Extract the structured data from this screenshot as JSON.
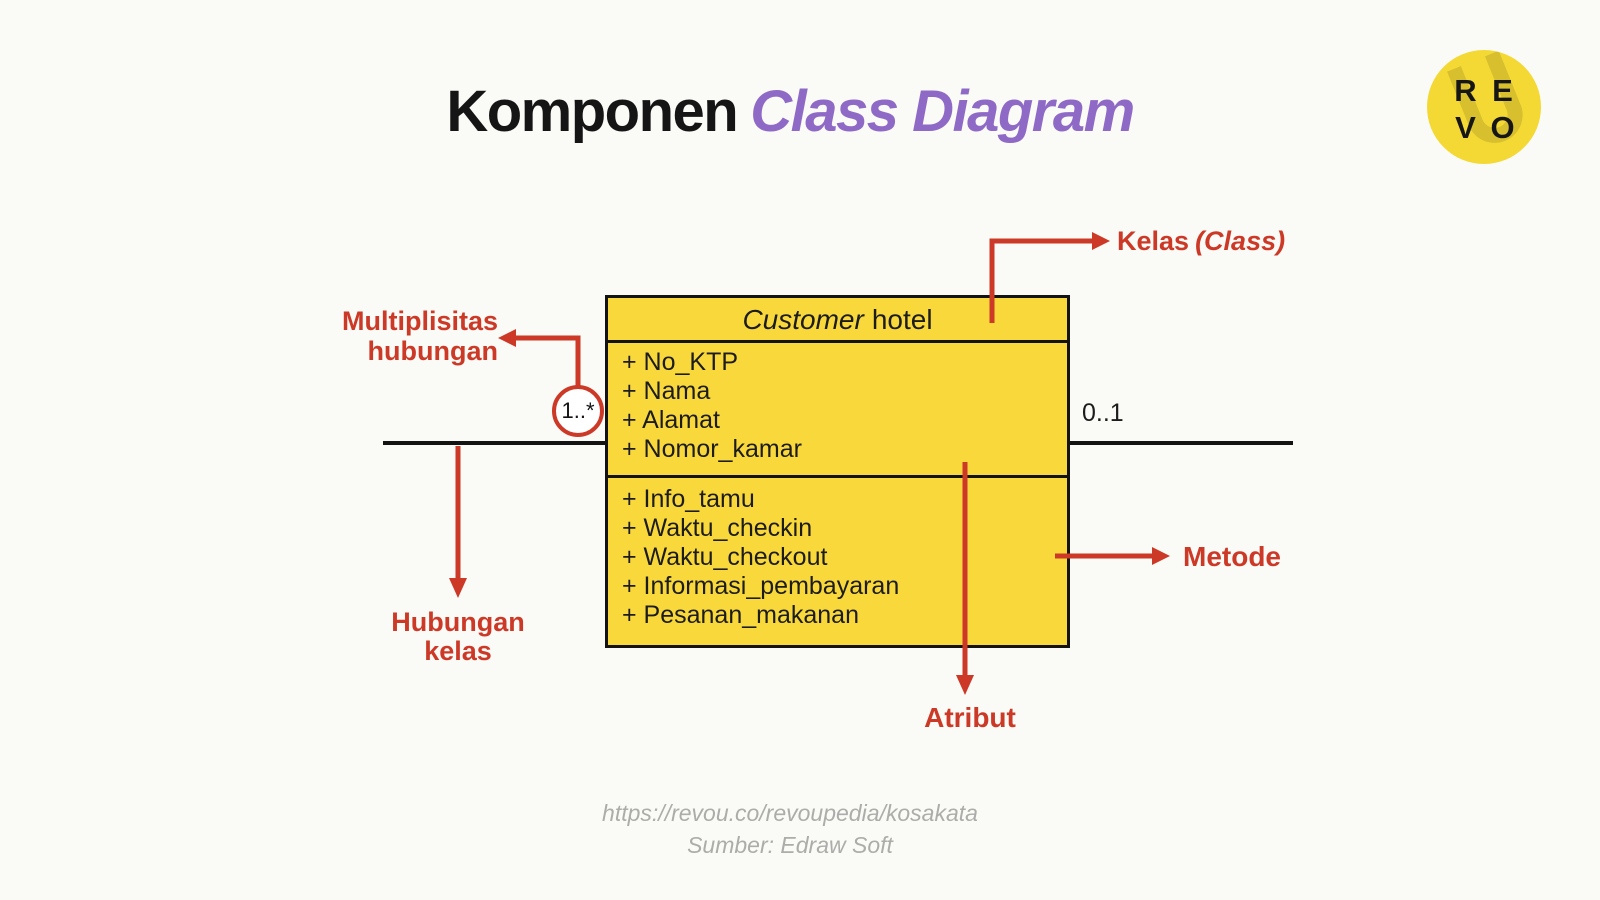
{
  "title": {
    "black": "Komponen",
    "purple": "Class Diagram"
  },
  "logo": {
    "letters": [
      "R",
      "E",
      "V",
      "O"
    ]
  },
  "class_box": {
    "name_italic": "Customer",
    "name_regular": "hotel",
    "attributes": [
      "+ No_KTP",
      "+ Nama",
      "+ Alamat",
      "+ Nomor_kamar"
    ],
    "methods": [
      "+ Info_tamu",
      "+ Waktu_checkin",
      "+ Waktu_checkout",
      "+ Informasi_pembayaran",
      "+ Pesanan_makanan"
    ]
  },
  "annotations": {
    "kelas": {
      "text": "Kelas",
      "italic": "(Class)"
    },
    "multiplisitas": {
      "line1": "Multiplisitas",
      "line2": "hubungan"
    },
    "hubungan": {
      "line1": "Hubungan",
      "line2": "kelas"
    },
    "metode": "Metode",
    "atribut": "Atribut"
  },
  "multiplicities": {
    "left": "1..*",
    "right": "0..1"
  },
  "footer": {
    "url": "https://revou.co/revoupedia/kosakata",
    "source": "Sumber: Edraw Soft"
  },
  "colors": {
    "red": "#CC3927",
    "box_yellow": "#F9D83C",
    "logo_yellow": "#F4D935",
    "purple": "#8E69C6",
    "bg": "#FAFAF6"
  }
}
